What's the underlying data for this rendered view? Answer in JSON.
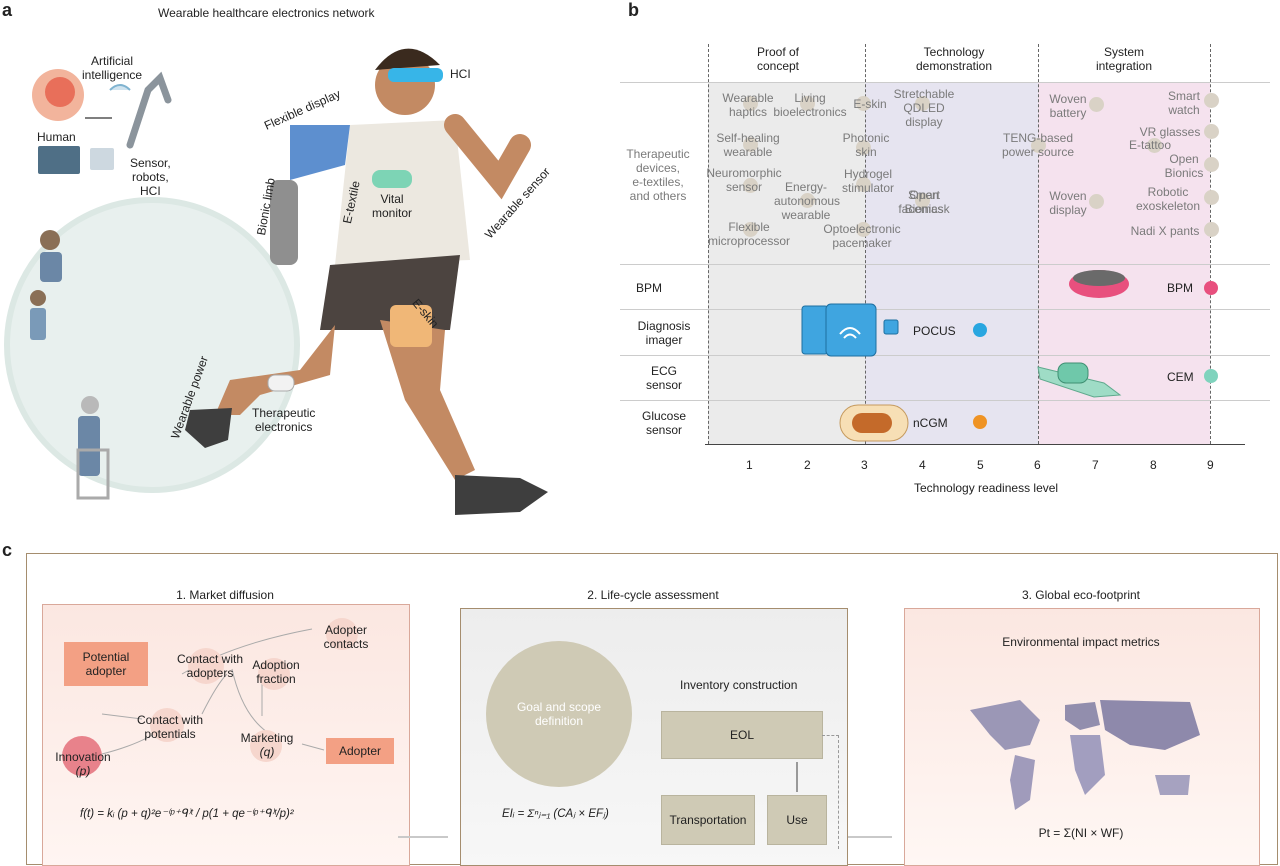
{
  "panel_a": {
    "letter": "a",
    "title": "Wearable healthcare electronics network",
    "labels": {
      "ai": "Artificial\nintelligence",
      "human": "Human",
      "sensor": "Sensor,\nrobots,\nHCI",
      "hci": "HCI",
      "flexible_display": "Flexible display",
      "bionic_limb": "Bionic limb",
      "e_textile": "E-textile",
      "vital_monitor": "Vital\nmonitor",
      "wearable_sensor": "Wearable sensor",
      "e_skin": "E-skin",
      "wearable_power": "Wearable power",
      "therapeutic": "Therapeutic\nelectronics"
    }
  },
  "panel_b": {
    "letter": "b",
    "phases": [
      "Proof of\nconcept",
      "Technology\ndemonstration",
      "System\nintegration"
    ],
    "therapeutic_label": "Therapeutic\ndevices,\ne-textiles,\nand others",
    "items": [
      {
        "label": "Wearable\nhaptics"
      },
      {
        "label": "Living\nbioelectronics"
      },
      {
        "label": "E-skin"
      },
      {
        "label": "Stretchable\nQDLED\ndisplay"
      },
      {
        "label": "Woven\nbattery"
      },
      {
        "label": "Smart\nwatch"
      },
      {
        "label": "Self-healing\nwearable"
      },
      {
        "label": "Photonic\nskin"
      },
      {
        "label": "TENG-based\npower source"
      },
      {
        "label": "VR glasses"
      },
      {
        "label": "E-tattoo"
      },
      {
        "label": "Neuromorphic\nsensor"
      },
      {
        "label": "Energy-\nautonomous\nwearable"
      },
      {
        "label": "Hydrogel\nstimulator"
      },
      {
        "label": "Open\nBionics"
      },
      {
        "label": "Smart\nfacemask"
      },
      {
        "label": "Woven\ndisplay"
      },
      {
        "label": "Robotic\nexoskeleton"
      },
      {
        "label": "Flexible\nmicroprocessor"
      },
      {
        "label": "Optoelectronic\npacemaker"
      },
      {
        "label": "Nadi X pants"
      }
    ],
    "rows": [
      {
        "label": "BPM",
        "device": "BPM",
        "trl": 9,
        "color": "#e8507e"
      },
      {
        "label": "Diagnosis\nimager",
        "device": "POCUS",
        "trl": 5,
        "color": "#29a6e0"
      },
      {
        "label": "ECG\nsensor",
        "device": "CEM",
        "trl": 9,
        "color": "#7fd3bd"
      },
      {
        "label": "Glucose\nsensor",
        "device": "nCGM",
        "trl": 5,
        "color": "#ef9324"
      }
    ],
    "x_ticks": [
      "1",
      "2",
      "3",
      "4",
      "5",
      "6",
      "7",
      "8",
      "9"
    ],
    "x_label": "Technology readiness level"
  },
  "panel_c": {
    "letter": "c",
    "s1": {
      "title": "1. Market diffusion",
      "potential_adopter": "Potential\nadopter",
      "contact_adopters": "Contact with\nadopters",
      "adopter_contacts": "Adopter\ncontacts",
      "adoption_fraction": "Adoption\nfraction",
      "contact_potentials": "Contact with\npotentials",
      "marketing": "Marketing",
      "marketing_q": "(q)",
      "innovation": "Innovation",
      "innovation_p": "(p)",
      "adopter": "Adopter",
      "formula": "f(t) = kᵢ (p + q)²e⁻⁽ᵖ⁺ᑫ⁾ᵗ / p(1 + qe⁻⁽ᵖ⁺ᑫ⁾ᵗ/p)²"
    },
    "s2": {
      "title": "2. Life-cycle assessment",
      "goal": "Goal and scope\ndefinition",
      "formula": "EIᵢ = Σⁿⱼ₌₁ (CAⱼ × EFⱼ)",
      "inventory": "Inventory construction",
      "eol": "EOL",
      "transportation": "Transportation",
      "use": "Use"
    },
    "s3": {
      "title": "3. Global eco-footprint",
      "subtitle": "Environmental impact metrics",
      "formula": "Pt = Σ(NI × WF)"
    }
  },
  "colors": {
    "proof_bg": "#ebebeb",
    "demo_bg": "#e6e4f0",
    "integration_bg": "#f5e2ee",
    "frame": "#a58d6e",
    "box1_bg": "#fbe7e1",
    "box_border": "#d9a89a"
  }
}
